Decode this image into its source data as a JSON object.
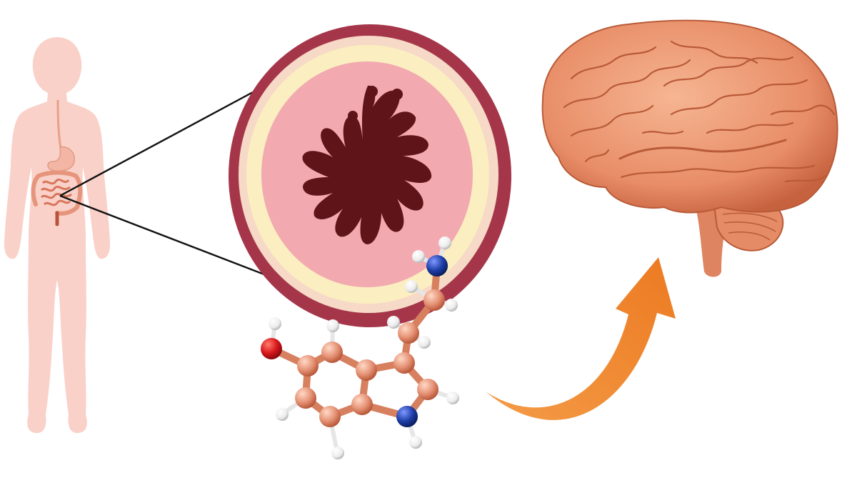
{
  "figure": {
    "panels": [
      {
        "name": "human-body",
        "icon": "female-silhouette-icon"
      },
      {
        "name": "gut-cross-section",
        "icon": "intestine-cross-section-icon"
      },
      {
        "name": "serotonin-molecule",
        "icon": "ball-and-stick-molecule-icon"
      },
      {
        "name": "brain",
        "icon": "brain-icon"
      }
    ],
    "arrow": {
      "icon": "curved-arrow-icon"
    },
    "colors": {
      "body": "#f9d1c8",
      "gut_outer": "#a5364a",
      "gut_submucosa": "#fbeec0",
      "gut_mucosa": "#f2a9b0",
      "gut_lumen": "#5e1418",
      "carbon": "#e59174",
      "hydrogen": "#f3f3f3",
      "oxygen": "#d8161b",
      "nitrogen": "#1f3fa8",
      "brain": "#e88e68",
      "arrow": "#f0872e"
    }
  }
}
